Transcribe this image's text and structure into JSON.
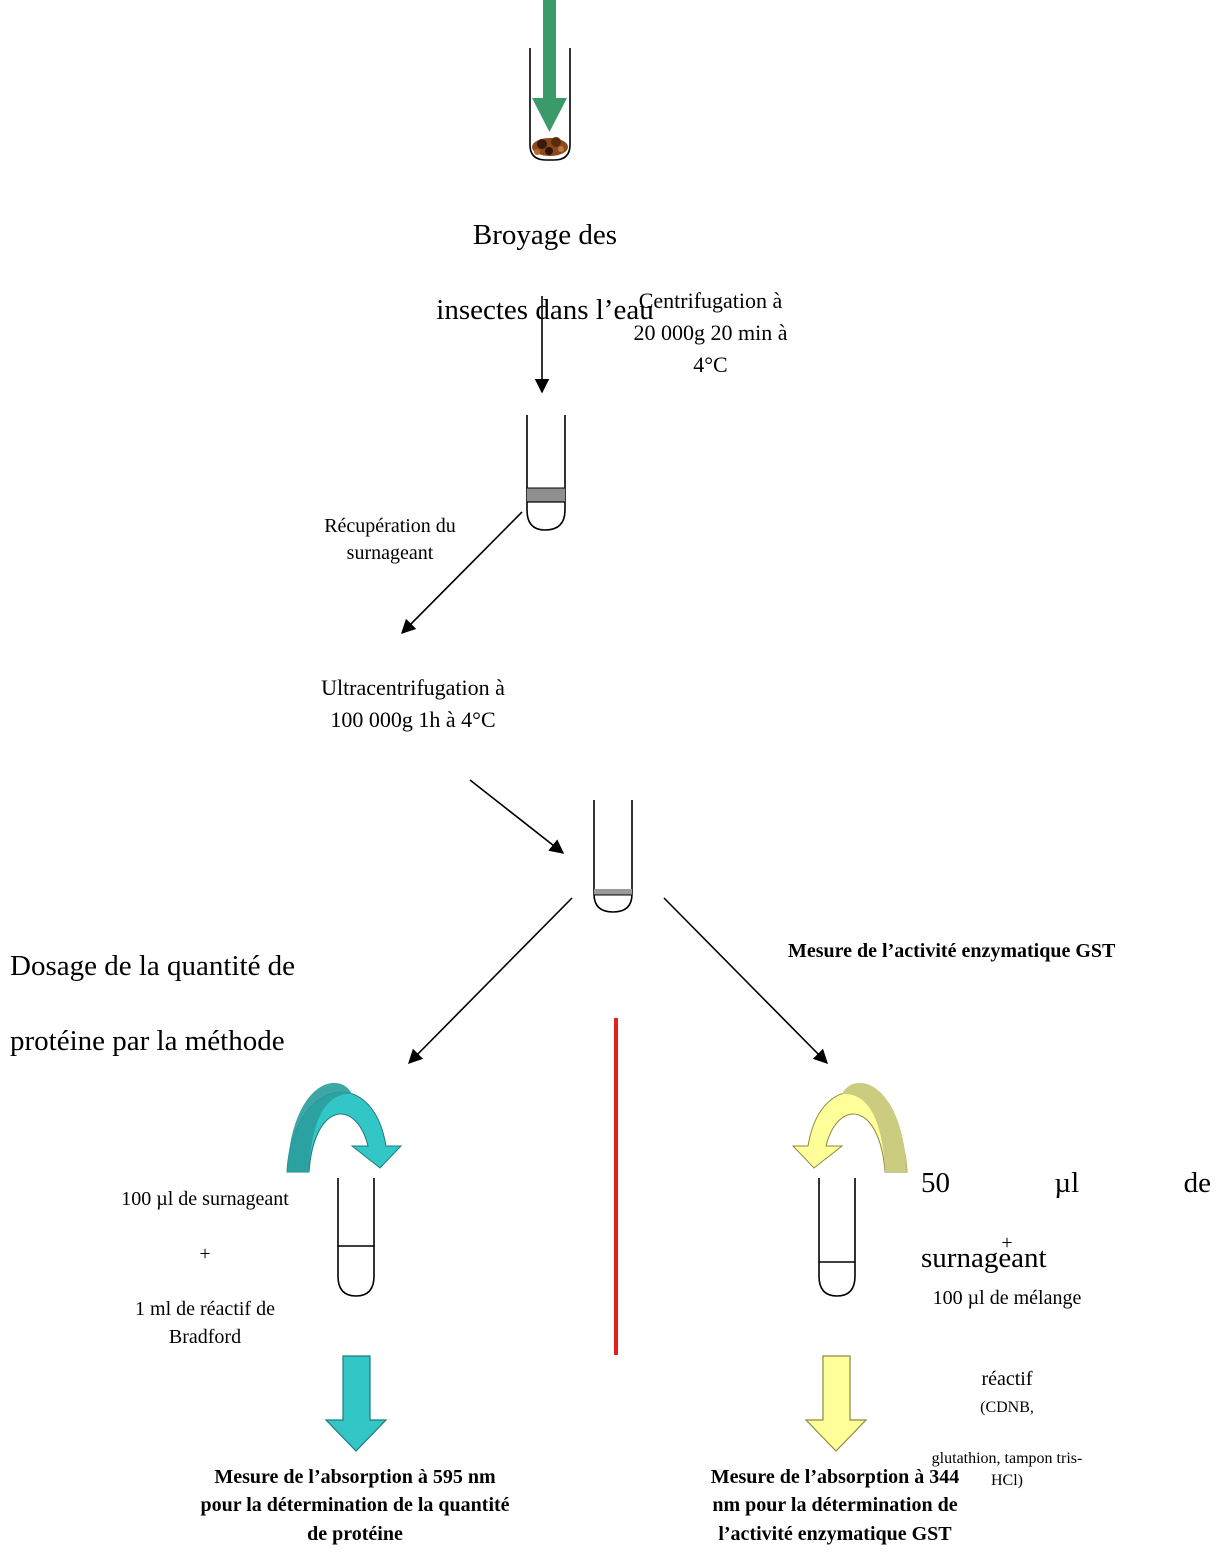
{
  "steps": {
    "grinding": {
      "line1": "Broyage des",
      "line2": "insectes dans l’eau"
    },
    "centrifugation": "Centrifugation à\n20 000g 20 min à\n4°C",
    "recovery": "Récupération du\nsurnageant",
    "ultracentrifugation": "Ultracentrifugation à\n100 000g 1h à 4°C"
  },
  "left_branch": {
    "title_line1": "Dosage de la quantité de",
    "title_line2": "protéine par la méthode",
    "reagent_1": "100 µl de surnageant",
    "plus": "+",
    "reagent_2": "1 ml de réactif de\nBradford",
    "result": "Mesure de l’absorption à 595 nm\npour la détermination de la quantité\nde protéine"
  },
  "right_branch": {
    "title": "Mesure de l’activité enzymatique GST",
    "reagent_1_a": "50",
    "reagent_1_b": "µl",
    "reagent_1_c": "de",
    "reagent_1_d": "surnageant",
    "plus": "+",
    "reagent_2": "100 µl de mélange",
    "reagent_2b": "réactif",
    "reagent_2_detail": "(CDNB,\nglutathion, tampon tris-\nHCl)",
    "result": "Mesure de l’absorption à 344\nnm pour la détermination de\nl’activité enzymatique GST"
  },
  "colors": {
    "green_arrow": "#3a9a6a",
    "teal": "#33c6c6",
    "teal_dark": "#2a9c9c",
    "yellow": "#ffff99",
    "olive": "#cccc80",
    "divider_red": "#e31e1e"
  }
}
